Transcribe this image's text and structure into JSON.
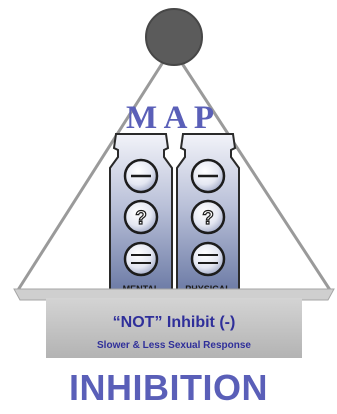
{
  "diagram": {
    "map_letters": "M A P",
    "weights": [
      {
        "label": "MENTAL",
        "symbols": [
          "minus",
          "question",
          "equals"
        ]
      },
      {
        "label": "PHYSICAL",
        "symbols": [
          "minus",
          "question",
          "equals"
        ]
      }
    ],
    "pan": {
      "headline": "“NOT” Inhibit (-)",
      "subline": "Slower & Less Sexual Response"
    },
    "footer_title": "INHIBITION",
    "colors": {
      "title": "#5a5fb8",
      "pan_text": "#2f2f9a",
      "pan_fill": "#bdbdbd",
      "knob": "#5b5b5b",
      "rope": "#9a9a9a",
      "weight_light": "#eef0f8",
      "weight_dark": "#6c7aa6"
    }
  }
}
